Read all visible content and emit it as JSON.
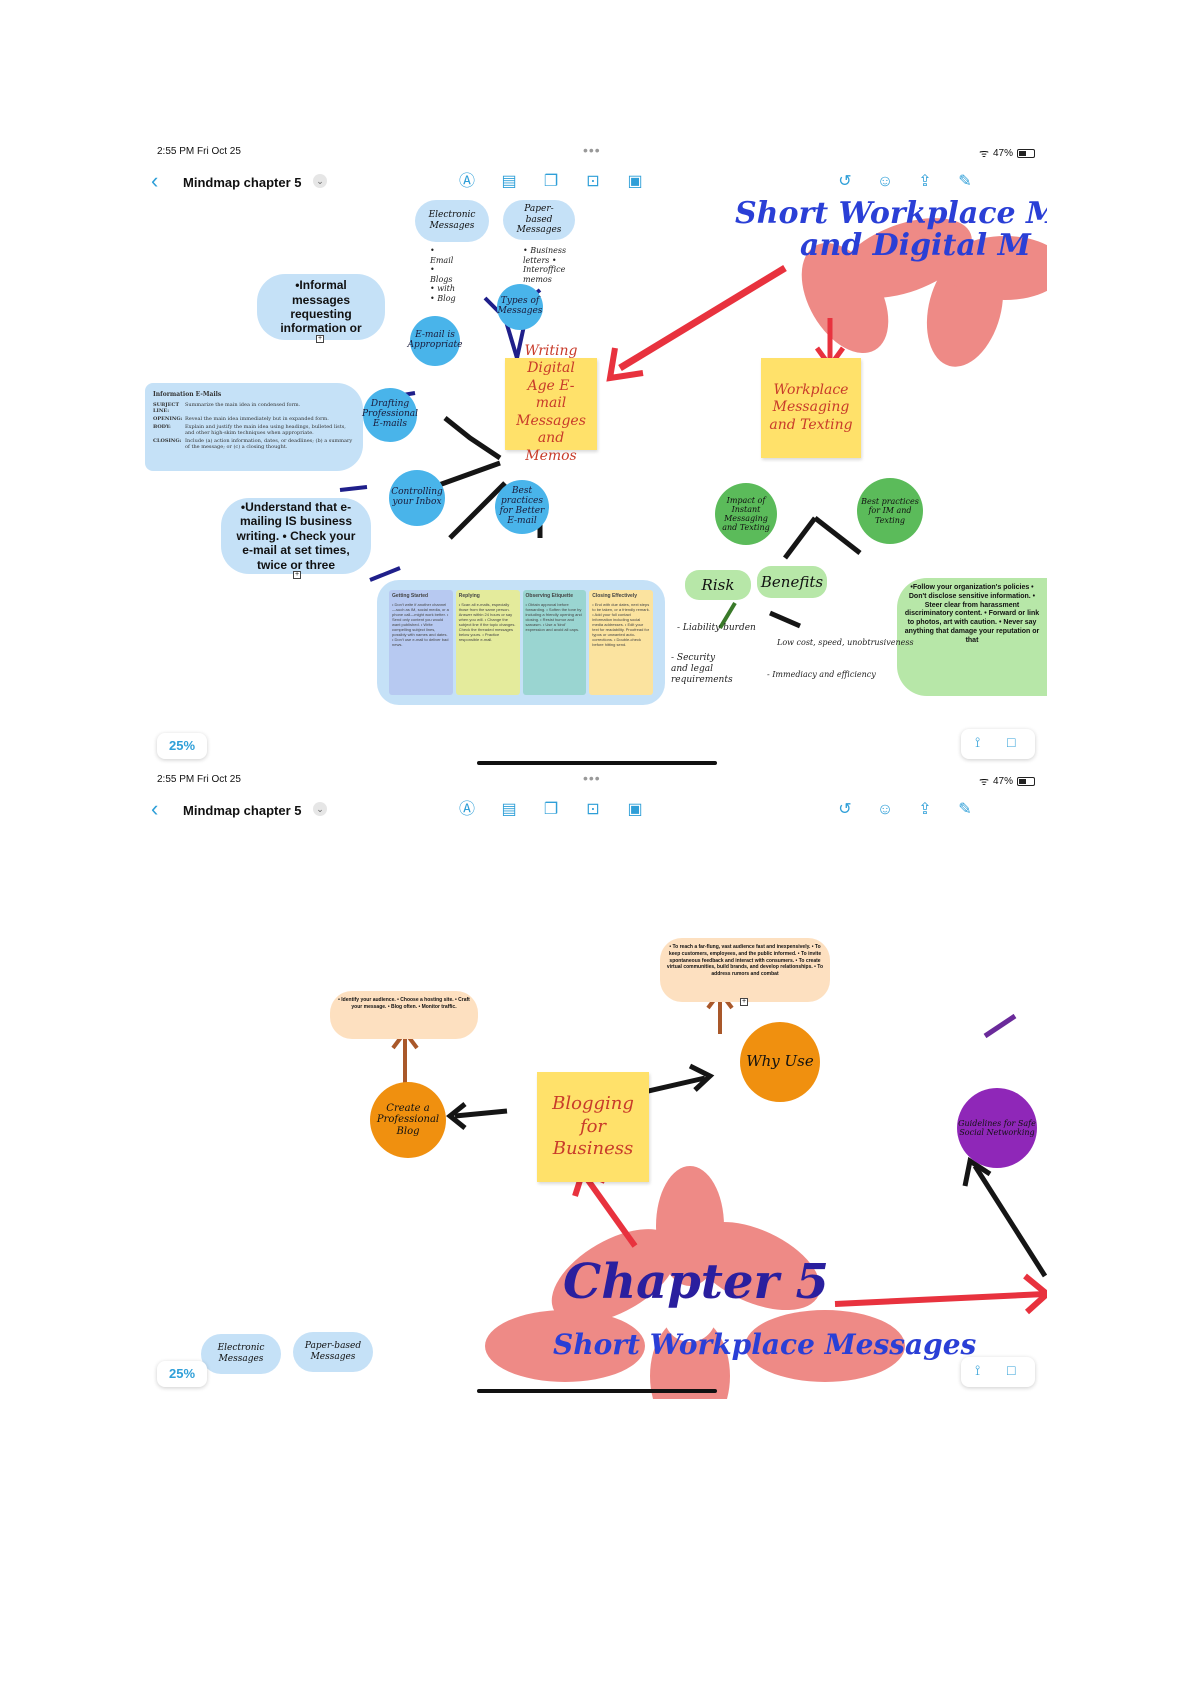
{
  "statusbar": {
    "time": "2:55 PM  Fri Oct 25",
    "dots": "•••",
    "wifi": "ᯤ",
    "battery_text": "47%",
    "battery_level": 0.47
  },
  "toolbar": {
    "title": "Mindmap chapter 5",
    "icons": [
      "pen-icon",
      "list-icon",
      "shapes-icon",
      "text-box-icon",
      "media-icon",
      "undo-icon",
      "collaborate-icon",
      "share-icon",
      "edit-icon"
    ]
  },
  "zoom": "25%",
  "screen1": {
    "center": "Writing Digital Age E-mail Messages and Memos",
    "workplace": "Workplace Messaging and Texting",
    "title_line1": "Short Workplace Me",
    "title_line2": "and Digital M",
    "nodes": {
      "types": "Types of Messages",
      "electronic": "Electronic Messages",
      "paper": "Paper-based Messages",
      "electronic_note": "• Email • Blogs • with • Blog",
      "paper_note": "• Business letters • Interoffice memos",
      "email_appropriate": "E-mail is Appropriate",
      "informal_cloud": "•Informal messages requesting information or",
      "drafting": "Drafting Professional E-mails",
      "controlling": "Controlling your Inbox",
      "inbox_cloud": "•Understand that e-mailing IS business writing. • Check your e-mail at set times, twice or three",
      "best_email": "Best practices for Better E-mail"
    },
    "info_card": {
      "title": "Information E-Mails",
      "rows": [
        {
          "k": "SUBJECT LINE:",
          "v": "Summarize the main idea in condensed form."
        },
        {
          "k": "OPENING:",
          "v": "Reveal the main idea immediately but in expanded form."
        },
        {
          "k": "BODY:",
          "v": "Explain and justify the main idea using headings, bulleted lists, and other high-skim techniques when appropriate."
        },
        {
          "k": "CLOSING:",
          "v": "Include (a) action information, dates, or deadlines; (b) a summary of the message; or (c) a closing thought."
        }
      ]
    },
    "tips": [
      {
        "head": "Getting Started",
        "color": "#b7c9f1",
        "body": "• Don't write if another channel—such as IM, social media, or a phone call—might work better. • Send only content you would want published. • Write compelling subject lines, possibly with names and dates. • Don't use e-mail to deliver bad news."
      },
      {
        "head": "Replying",
        "color": "#e4eb9c",
        "body": "• Scan all e-mails, especially those from the same person. Answer within 24 hours or say when you will. • Change the subject line if the topic changes. Check the threaded messages below yours. • Practice responsible e-mail."
      },
      {
        "head": "Observing Etiquette",
        "color": "#9ad5d1",
        "body": "• Obtain approval before forwarding. • Soften the tone by including a friendly opening and closing. • Resist humor and sarcasm. • Use a 'kind' expression and avoid all caps."
      },
      {
        "head": "Closing Effectively",
        "color": "#fbe39f",
        "body": "• End with due dates, next steps to be taken, or a friendly remark. • Add your full contact information including social media addresses. • Edit your text for readability. Proofread for typos or unwanted auto-corrections. • Double-check before hitting send."
      }
    ],
    "green": {
      "impact": "Impact of Instant Messaging and Texting",
      "best": "Best practices for IM and Texting",
      "risk": "Risk",
      "benefits": "Benefits",
      "guidelines": "•Follow your organization's policies • Don't disclose sensitive information. • Steer clear from harassment discriminatory content. • Forward or link to photos, art with caution. • Never say anything that damage your reputation or that",
      "risk_notes": [
        "- Liability burden",
        "- Security and legal requirements"
      ],
      "benefit_notes": [
        "Low cost, speed, unobtrusiveness",
        "- Immediacy and efficiency"
      ]
    }
  },
  "screen2": {
    "center": "Blogging for Business",
    "create": "Create a Professional Blog",
    "why": "Why Use",
    "create_tips": "• Identify your audience. • Choose a hosting site. • Craft your message. • Blog often. • Monitor traffic.",
    "why_tips": "• To reach a far-flung, vast audience fast and inexpensively. • To keep customers, employees, and the public informed. • To invite spontaneous feedback and interact with consumers. • To create virtual communities, build brands, and develop relationships. • To address rumors and combat",
    "guidelines": "Guidelines for Safe Social Networking",
    "chapter": "Chapter 5",
    "subtitle": "Short Workplace Messages",
    "peek_electronic": "Electronic Messages",
    "peek_paper": "Paper-based Messages"
  },
  "colors": {
    "accent": "#2f9fd8",
    "sticky": "#ffe16a",
    "blue_node": "#49b4ea",
    "green_node": "#5bbb5a",
    "orange_node": "#f0900f",
    "purple_node": "#8f27b8",
    "flower": "#ee8a86",
    "red_arrow": "#e8323e"
  }
}
